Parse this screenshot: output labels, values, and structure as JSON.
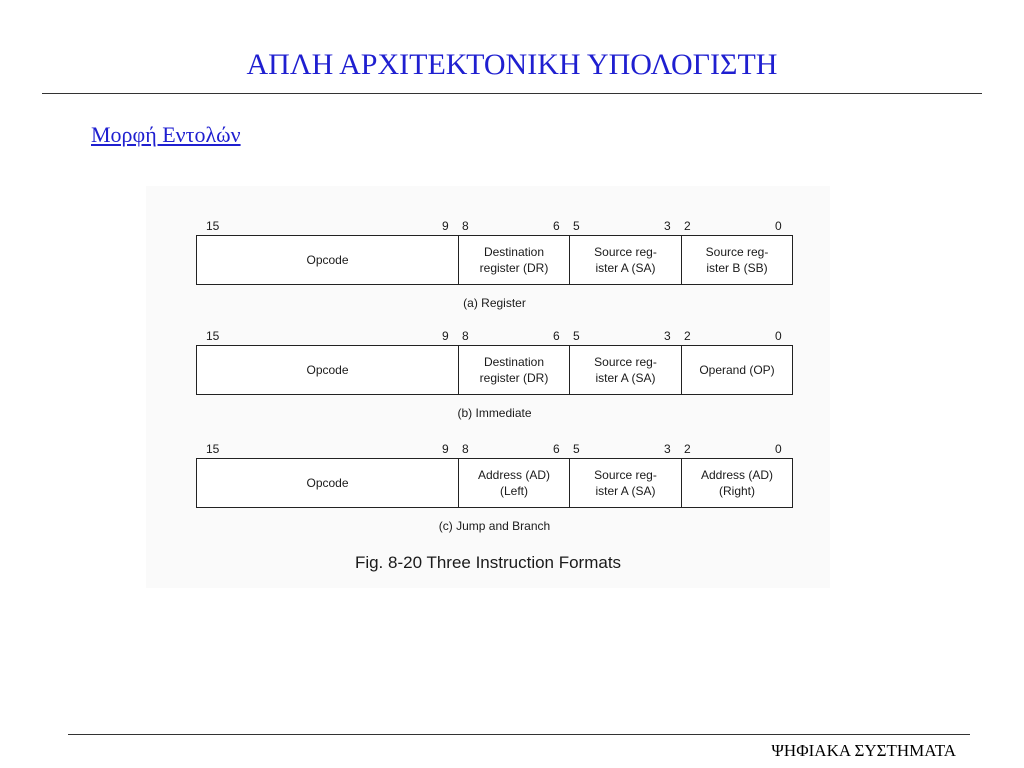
{
  "slide": {
    "title": "ΑΠΛΗ ΑΡΧΙΤΕΚΤΟΝΙΚΗ ΥΠΟΛΟΓΙΣΤΗ",
    "subtitle": "Μορφή Εντολών",
    "footer": "ΨΗΦΙΑΚΑ ΣΥΣΤΗΜΑΤΑ"
  },
  "figure": {
    "bit_labels": [
      "15",
      "9",
      "8",
      "6",
      "5",
      "3",
      "2",
      "0"
    ],
    "formats": [
      {
        "fields": [
          "Opcode",
          "Destination\nregister (DR)",
          "Source reg-\nister A (SA)",
          "Source reg-\nister B (SB)"
        ],
        "caption": "(a) Register"
      },
      {
        "fields": [
          "Opcode",
          "Destination\nregister (DR)",
          "Source reg-\nister A (SA)",
          "Operand (OP)"
        ],
        "caption": "(b) Immediate"
      },
      {
        "fields": [
          "Opcode",
          "Address (AD)\n(Left)",
          "Source reg-\nister A (SA)",
          "Address (AD)\n(Right)"
        ],
        "caption": "(c) Jump and Branch"
      }
    ],
    "caption": "Fig. 8-20  Three Instruction Formats"
  }
}
